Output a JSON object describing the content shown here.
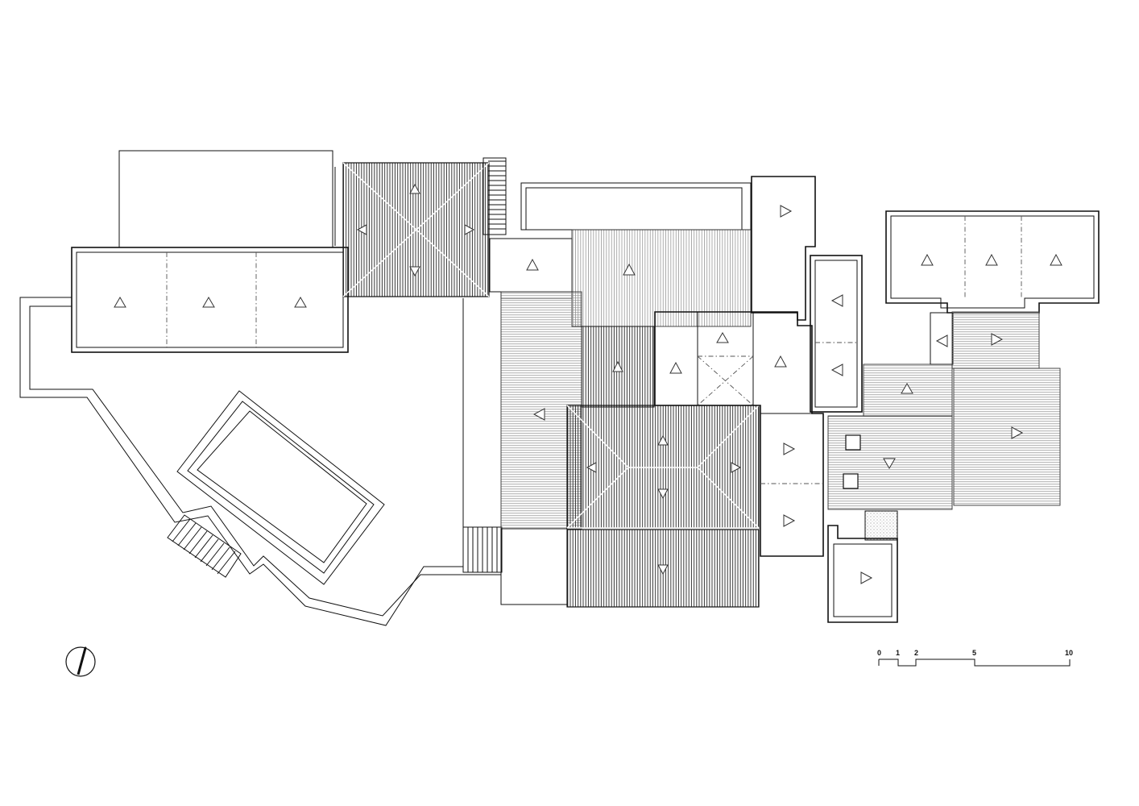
{
  "scale_bar": {
    "labels": [
      "0",
      "1",
      "2",
      "5",
      "10"
    ]
  },
  "north_arrow": {
    "icon": "north-arrow-icon"
  },
  "colors": {
    "ink": "#111111",
    "paper": "#ffffff",
    "tile_dark": "#2b2b2b",
    "tile_mid": "#7a7a7a",
    "tile_light": "#9a9a9a"
  }
}
